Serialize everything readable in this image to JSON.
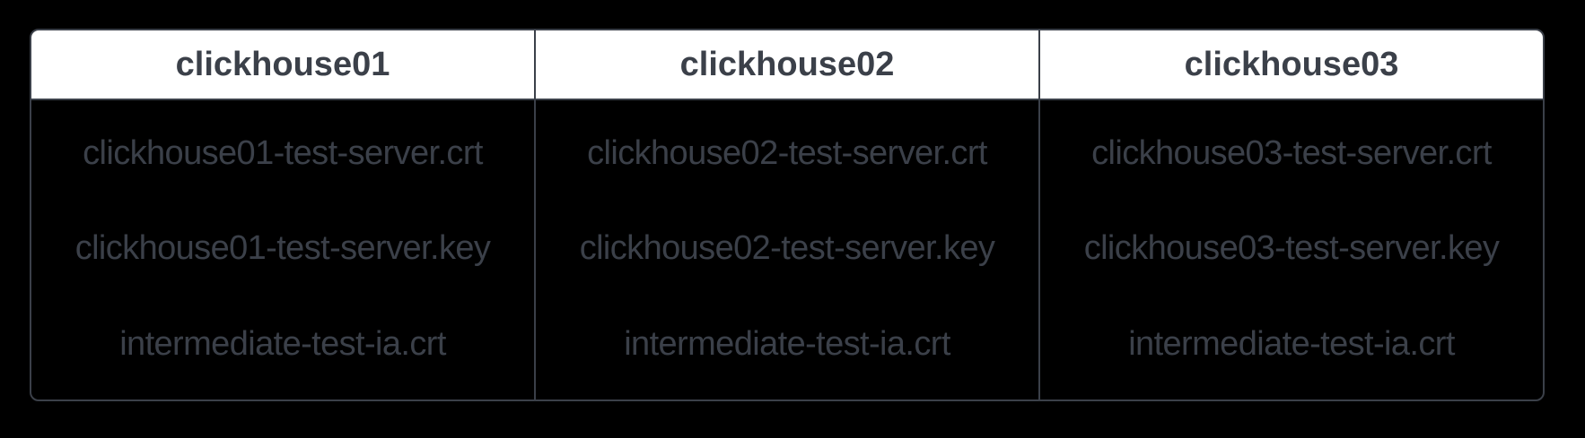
{
  "colors": {
    "background": "#000000",
    "header_background": "#ffffff",
    "border": "#3b4049",
    "text": "#3b4049"
  },
  "table": {
    "columns": [
      {
        "header": "clickhouse01",
        "files": [
          "clickhouse01-test-server.crt",
          "clickhouse01-test-server.key",
          "intermediate-test-ia.crt"
        ]
      },
      {
        "header": "clickhouse02",
        "files": [
          "clickhouse02-test-server.crt",
          "clickhouse02-test-server.key",
          "intermediate-test-ia.crt"
        ]
      },
      {
        "header": "clickhouse03",
        "files": [
          "clickhouse03-test-server.crt",
          "clickhouse03-test-server.key",
          "intermediate-test-ia.crt"
        ]
      }
    ]
  }
}
